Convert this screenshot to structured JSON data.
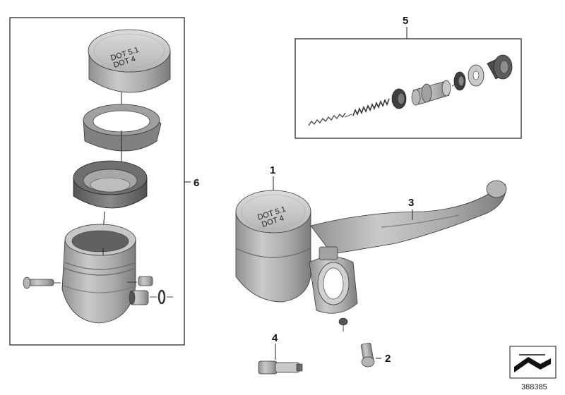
{
  "callouts": {
    "c1": "1",
    "c2": "2",
    "c3": "3",
    "c4": "4",
    "c5": "5",
    "c6": "6"
  },
  "reference_number": "388385",
  "cap_text": {
    "line1": "DOT 4",
    "line2": "DOT 5.1"
  },
  "colors": {
    "metal": "#a9abad",
    "metal_dark": "#7c7e80",
    "metal_light": "#d2d3d4",
    "rubber": "#5d5f61",
    "outline": "#1a1a1a"
  }
}
